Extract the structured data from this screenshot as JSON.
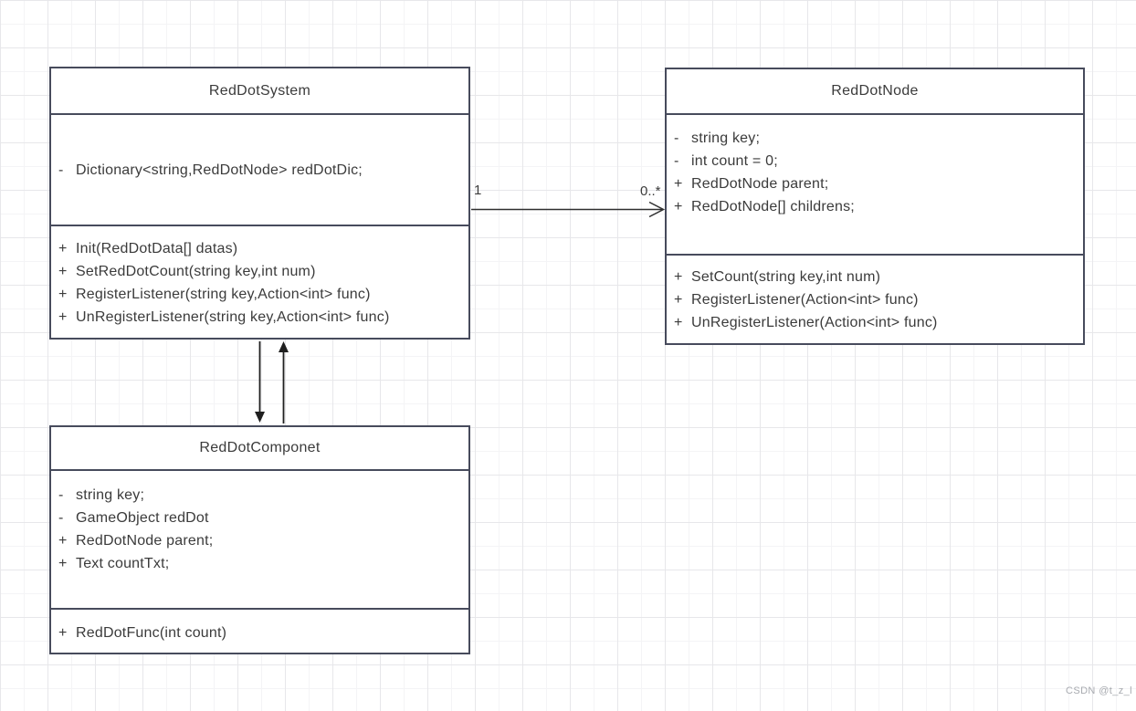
{
  "canvas": {
    "watermark": "CSDN @t_z_l"
  },
  "diagram": {
    "type": "uml-class-diagram",
    "colors": {
      "background": "#ffffff",
      "grid_minor": "#f4f4f6",
      "grid_major": "#e7e7ea",
      "box_border": "#474b5c",
      "text": "#3b3b3b",
      "arrow": "#2f2f2f",
      "watermark": "#a8abb0"
    },
    "classes": [
      {
        "name": "RedDotSystem",
        "attributes": [
          {
            "sign": "-",
            "text": "Dictionary<string,RedDotNode> redDotDic;"
          }
        ],
        "methods": [
          {
            "sign": "+",
            "text": "Init(RedDotData[] datas)"
          },
          {
            "sign": "+",
            "text": "SetRedDotCount(string key,int num)"
          },
          {
            "sign": "+",
            "text": "RegisterListener(string key,Action<int> func)"
          },
          {
            "sign": "+",
            "text": "UnRegisterListener(string key,Action<int> func)"
          }
        ]
      },
      {
        "name": "RedDotNode",
        "attributes": [
          {
            "sign": "-",
            "text": "string key;"
          },
          {
            "sign": "-",
            "text": "int count = 0;"
          },
          {
            "sign": "+",
            "text": "RedDotNode parent;"
          },
          {
            "sign": "+",
            "text": "RedDotNode[] childrens;"
          }
        ],
        "methods": [
          {
            "sign": "+",
            "text": "SetCount(string key,int num)"
          },
          {
            "sign": "+",
            "text": "RegisterListener(Action<int> func)"
          },
          {
            "sign": "+",
            "text": "UnRegisterListener(Action<int> func)"
          }
        ]
      },
      {
        "name": "RedDotComponet",
        "attributes": [
          {
            "sign": "-",
            "text": "string key;"
          },
          {
            "sign": "-",
            "text": "GameObject redDot"
          },
          {
            "sign": "+",
            "text": "RedDotNode parent;"
          },
          {
            "sign": "+",
            "text": "Text countTxt;"
          }
        ],
        "methods": [
          {
            "sign": "+",
            "text": "RedDotFunc(int count)"
          }
        ]
      }
    ],
    "relations": [
      {
        "from": "RedDotSystem",
        "to": "RedDotNode",
        "style": "open-arrow-right",
        "label_from": "1",
        "label_to": "0..*"
      },
      {
        "from": "RedDotSystem",
        "to": "RedDotComponet",
        "style": "two-solid-arrows-opposite"
      }
    ]
  }
}
